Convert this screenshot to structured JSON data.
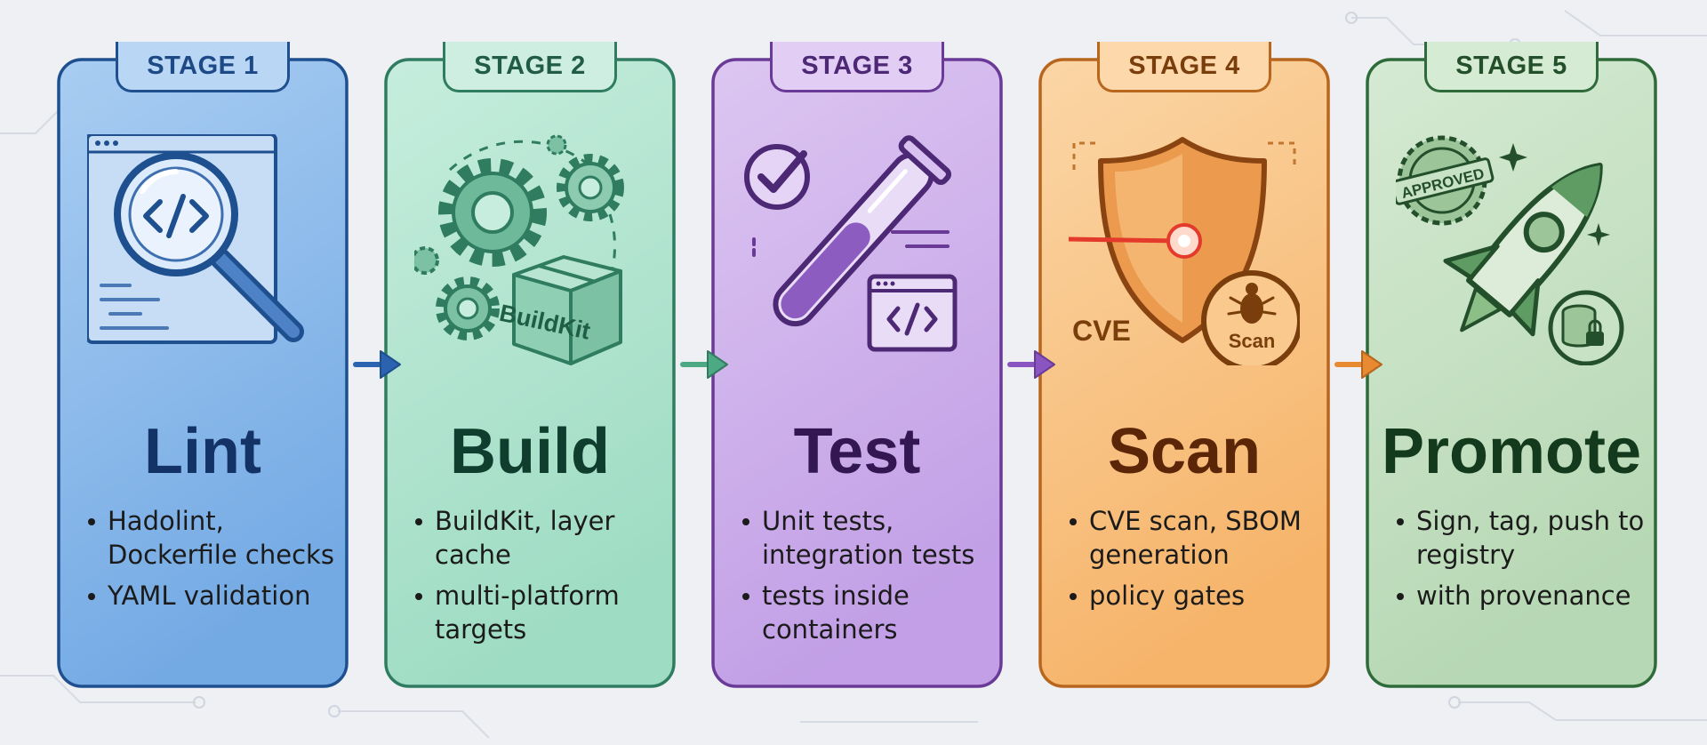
{
  "stages": [
    {
      "tag": "STAGE 1",
      "title": "Lint",
      "bullets": [
        "Hadolint, Dockerfile checks",
        "YAML validation"
      ],
      "icons": [
        "browser-window",
        "magnifying-glass",
        "code-brackets"
      ],
      "colors": {
        "fill_top": "#a9cdf2",
        "fill_bottom": "#74aae4",
        "stroke": "#1e4f8e",
        "tag_fill": "#b9d6f4",
        "tag_text": "#1d4a86",
        "title": "#133366"
      }
    },
    {
      "tag": "STAGE 2",
      "title": "Build",
      "bullets": [
        "BuildKit, layer cache",
        "multi-platform targets"
      ],
      "box_label": "BuildKit",
      "icons": [
        "gears",
        "package-box"
      ],
      "colors": {
        "fill_top": "#c6eddd",
        "fill_bottom": "#9fdcc4",
        "stroke": "#2f7c60",
        "tag_fill": "#cdeee0",
        "tag_text": "#215c47",
        "title": "#0f3e2f"
      }
    },
    {
      "tag": "STAGE 3",
      "title": "Test",
      "bullets": [
        "Unit tests, integration tests",
        "tests inside containers"
      ],
      "icons": [
        "check-circle",
        "test-tube",
        "code-window"
      ],
      "colors": {
        "fill_top": "#dcc6f1",
        "fill_bottom": "#c29fe6",
        "stroke": "#6a3a97",
        "tag_fill": "#e2cdf5",
        "tag_text": "#4c2875",
        "title": "#321752"
      }
    },
    {
      "tag": "STAGE 4",
      "title": "Scan",
      "bullets": [
        "CVE scan, SBOM generation",
        "policy gates"
      ],
      "cve_label": "CVE",
      "badge_label": "Scan",
      "icons": [
        "shield",
        "laser-beam",
        "bug-badge"
      ],
      "colors": {
        "fill_top": "#fbd6a6",
        "fill_bottom": "#f6b46a",
        "stroke": "#b8661d",
        "tag_fill": "#fcd8ab",
        "tag_text": "#7a3e0c",
        "title": "#5b2608"
      }
    },
    {
      "tag": "STAGE 5",
      "title": "Promote",
      "bullets": [
        "Sign, tag, push to registry",
        "with provenance"
      ],
      "stamp_label": "APPROVED",
      "icons": [
        "approved-stamp",
        "rocket",
        "locked-database",
        "sparkles"
      ],
      "colors": {
        "fill_top": "#d5ead3",
        "fill_bottom": "#b7d8b4",
        "stroke": "#2f6b3a",
        "tag_fill": "#d6ebd4",
        "tag_text": "#234f2b",
        "title": "#133a1c"
      }
    }
  ],
  "connectors": [
    "arrow-right",
    "arrow-right",
    "arrow-right",
    "arrow-right"
  ]
}
